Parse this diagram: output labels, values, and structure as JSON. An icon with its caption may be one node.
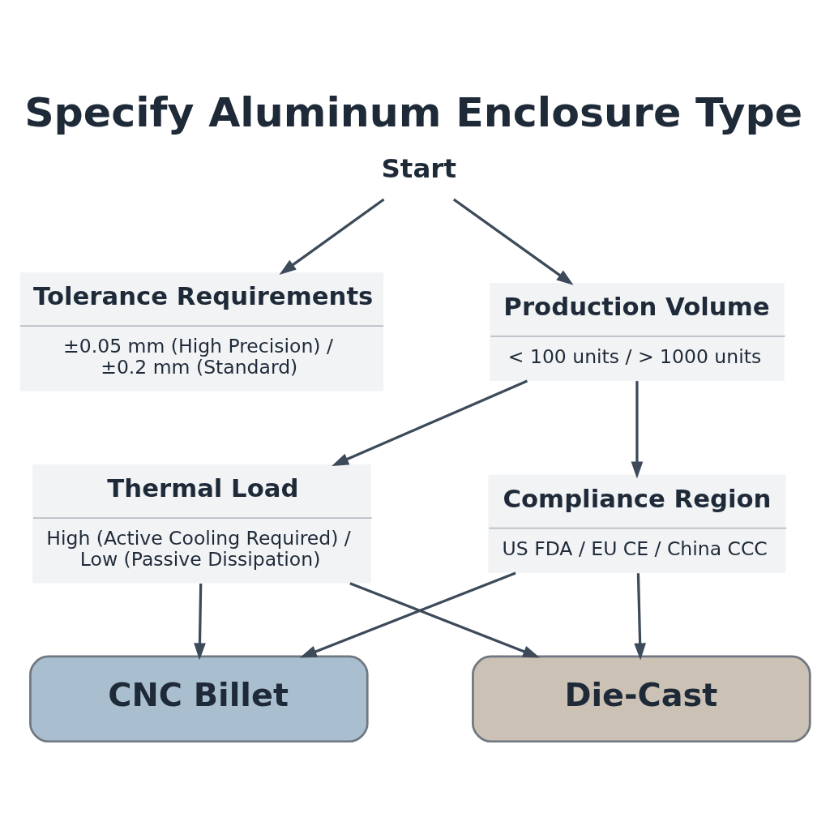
{
  "diagram": {
    "title": "Specify Aluminum Enclosure Type",
    "nodes": [
      {
        "text": [
          "Start"
        ]
      },
      {
        "text": [
          "Tolerance Requirements",
          "±0.05 mm (High Precision) / ±0.2 mm (Standard)"
        ]
      },
      {
        "text": [
          "Production Volume",
          "< 100 units / > 1000 units"
        ]
      },
      {
        "text": [
          "Thermal Load",
          "High (Active Cooling Required) / Low (Passive Dissipation)"
        ]
      },
      {
        "text": [
          "Compliance Region",
          "US FDA / EU CE / China CCC"
        ]
      },
      {
        "text": [
          "CNC Billet"
        ]
      },
      {
        "text": [
          "Die-Cast"
        ]
      }
    ],
    "edges": [
      {
        "from": 0,
        "to": 1,
        "arrow": "to"
      },
      {
        "from": 0,
        "to": 2,
        "arrow": "to"
      },
      {
        "from": 2,
        "to": 3,
        "arrow": "to"
      },
      {
        "from": 2,
        "to": 4,
        "arrow": "to"
      },
      {
        "from": 3,
        "to": 5,
        "arrow": "to"
      },
      {
        "from": 3,
        "to": 6,
        "arrow": "to"
      },
      {
        "from": 4,
        "to": 5,
        "arrow": "to"
      },
      {
        "from": 4,
        "to": 6,
        "arrow": "to"
      }
    ]
  }
}
